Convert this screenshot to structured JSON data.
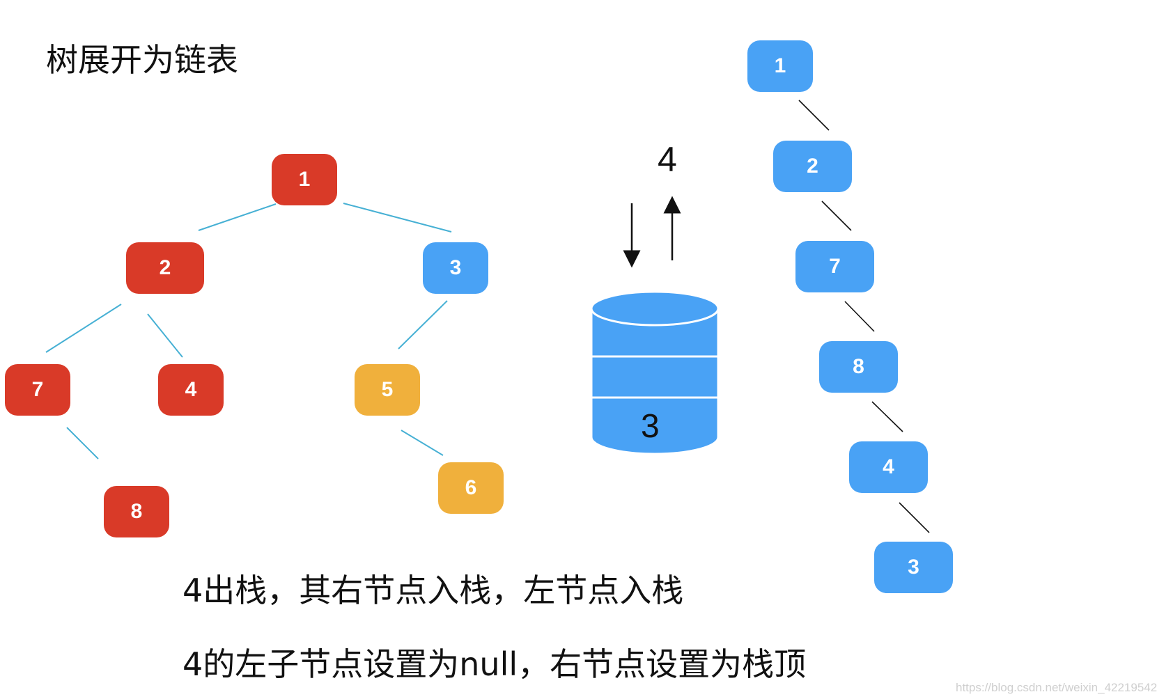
{
  "title": "树展开为链表",
  "tree": {
    "nodes": [
      {
        "id": "1",
        "label": "1",
        "color": "#d93a28"
      },
      {
        "id": "2",
        "label": "2",
        "color": "#d93a28"
      },
      {
        "id": "3",
        "label": "3",
        "color": "#49a2f5"
      },
      {
        "id": "7",
        "label": "7",
        "color": "#d93a28"
      },
      {
        "id": "4",
        "label": "4",
        "color": "#d93a28"
      },
      {
        "id": "5",
        "label": "5",
        "color": "#f0b03c"
      },
      {
        "id": "8",
        "label": "8",
        "color": "#d93a28"
      },
      {
        "id": "6",
        "label": "6",
        "color": "#f0b03c"
      }
    ],
    "edges": [
      [
        "1",
        "2"
      ],
      [
        "1",
        "3"
      ],
      [
        "2",
        "7"
      ],
      [
        "2",
        "4"
      ],
      [
        "3",
        "5"
      ],
      [
        "7",
        "8"
      ],
      [
        "5",
        "6"
      ]
    ]
  },
  "stack": {
    "popped_value": "4",
    "contents": [
      "3"
    ],
    "color": "#49a2f5"
  },
  "linked_list": {
    "nodes": [
      "1",
      "2",
      "7",
      "8",
      "4",
      "3"
    ],
    "color": "#49a2f5"
  },
  "captions": {
    "line1": "4出栈，其右节点入栈，左节点入栈",
    "line2": "4的左子节点设置为null，右节点设置为栈顶"
  },
  "watermark": "https://blog.csdn.net/weixin_42219542"
}
